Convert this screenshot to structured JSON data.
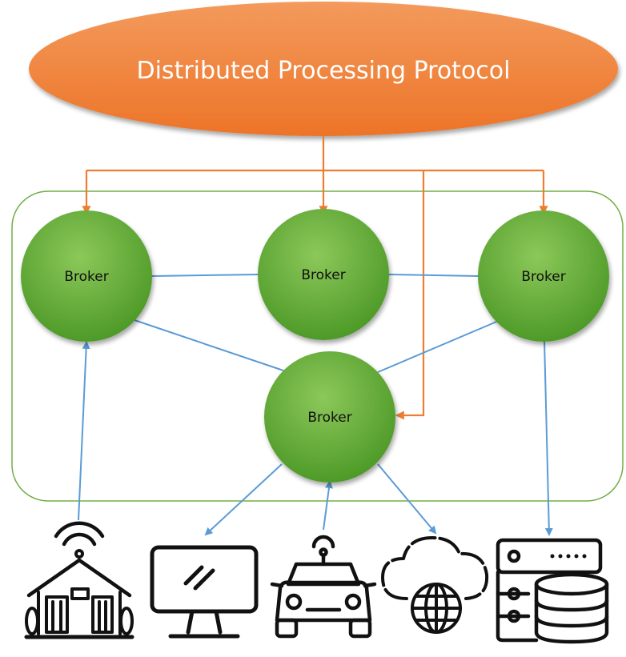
{
  "protocol": {
    "label": "Distributed Processing Protocol"
  },
  "brokers": [
    {
      "id": "broker-left",
      "label": "Broker"
    },
    {
      "id": "broker-center",
      "label": "Broker"
    },
    {
      "id": "broker-right",
      "label": "Broker"
    },
    {
      "id": "broker-bottom",
      "label": "Broker"
    }
  ],
  "icons": [
    "house-wifi-icon",
    "monitor-icon",
    "connected-car-icon",
    "cloud-globe-icon",
    "server-database-icon"
  ],
  "colors": {
    "protocol_fill_top": "#F39A5C",
    "protocol_fill_bottom": "#ED7428",
    "orange_arrow": "#ED7D31",
    "blue_link": "#5B9BD5",
    "broker_fill_light": "#8CC85A",
    "broker_fill_dark": "#4E9A28",
    "container_border": "#70AD47"
  }
}
